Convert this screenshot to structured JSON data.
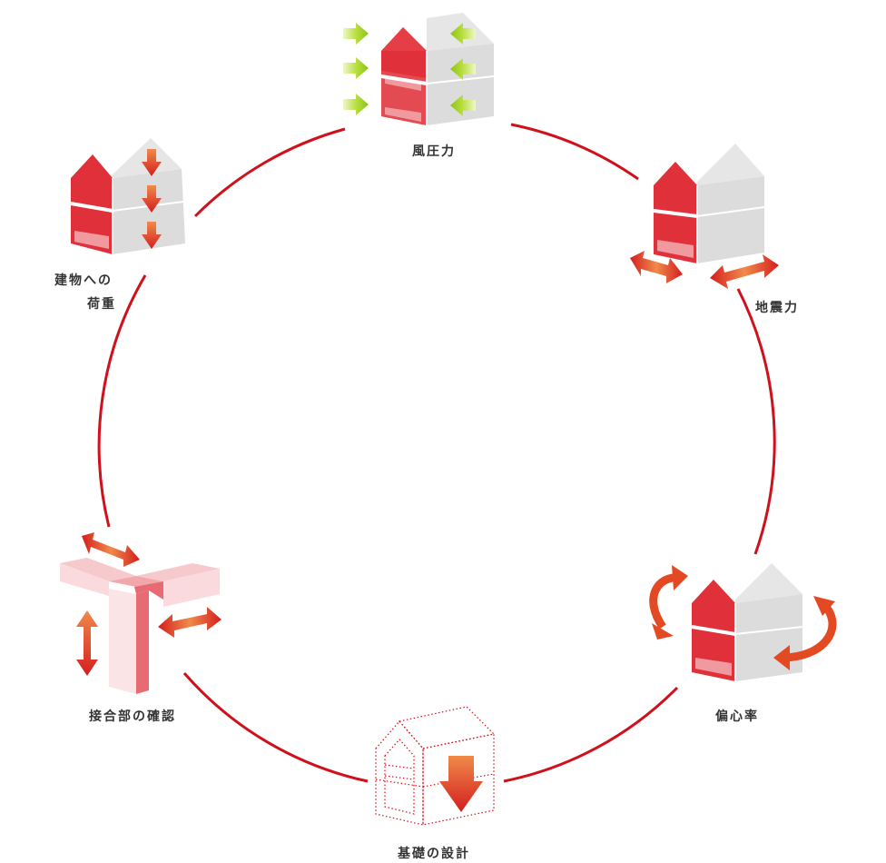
{
  "diagram": {
    "nodes": [
      {
        "id": "wind",
        "label": "風圧力"
      },
      {
        "id": "seismic",
        "label": "地震力"
      },
      {
        "id": "eccentricity",
        "label": "偏心率"
      },
      {
        "id": "foundation",
        "label": "基礎の設計"
      },
      {
        "id": "joints",
        "label": "接合部の確認"
      },
      {
        "id": "loads",
        "label": "建物への",
        "label2": "荷重"
      }
    ]
  },
  "colors": {
    "ring": "#d0101b",
    "red": "#e0313a",
    "red_light": "#ef8e94",
    "red_pale": "#fadadd",
    "grey_light": "#ececec",
    "grey_mid": "#dadada",
    "grey_dark": "#c4c4c4",
    "arrow_orange": "#e85a2a",
    "arrow_green": "#9acd2a"
  }
}
